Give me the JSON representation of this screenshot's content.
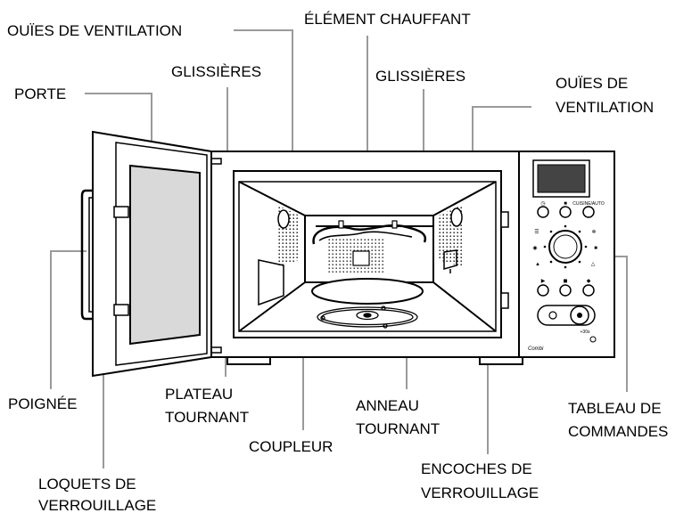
{
  "labels": {
    "vents_left": "OUÏES DE VENTILATION",
    "heating_element": "ÉLÉMENT CHAUFFANT",
    "rails_left": "GLISSIÈRES",
    "rails_right": "GLISSIÈRES",
    "vents_right": [
      "OUÏES DE",
      "VENTILATION"
    ],
    "door": "PORTE",
    "handle": "POIGNÉE",
    "turntable": [
      "PLATEAU",
      "TOURNANT"
    ],
    "roller_ring": [
      "ANNEAU",
      "TOURNANT"
    ],
    "coupler": "COUPLEUR",
    "control_panel": [
      "TABLEAU DE",
      "COMMANDES"
    ],
    "door_latches": [
      "LOQUETS DE",
      "VERROUILLAGE"
    ],
    "latch_holes": [
      "ENCOCHES DE",
      "VERROUILLAGE"
    ]
  },
  "panel": {
    "brand": "Combi",
    "button_label": "CUISINE/AUTO",
    "knob_text": "+30s"
  },
  "colors": {
    "ink": "#000000",
    "leader": "#9a9a9a",
    "glass": "#d9d9d9",
    "turntable": "#ffffff",
    "background": "#ffffff"
  }
}
